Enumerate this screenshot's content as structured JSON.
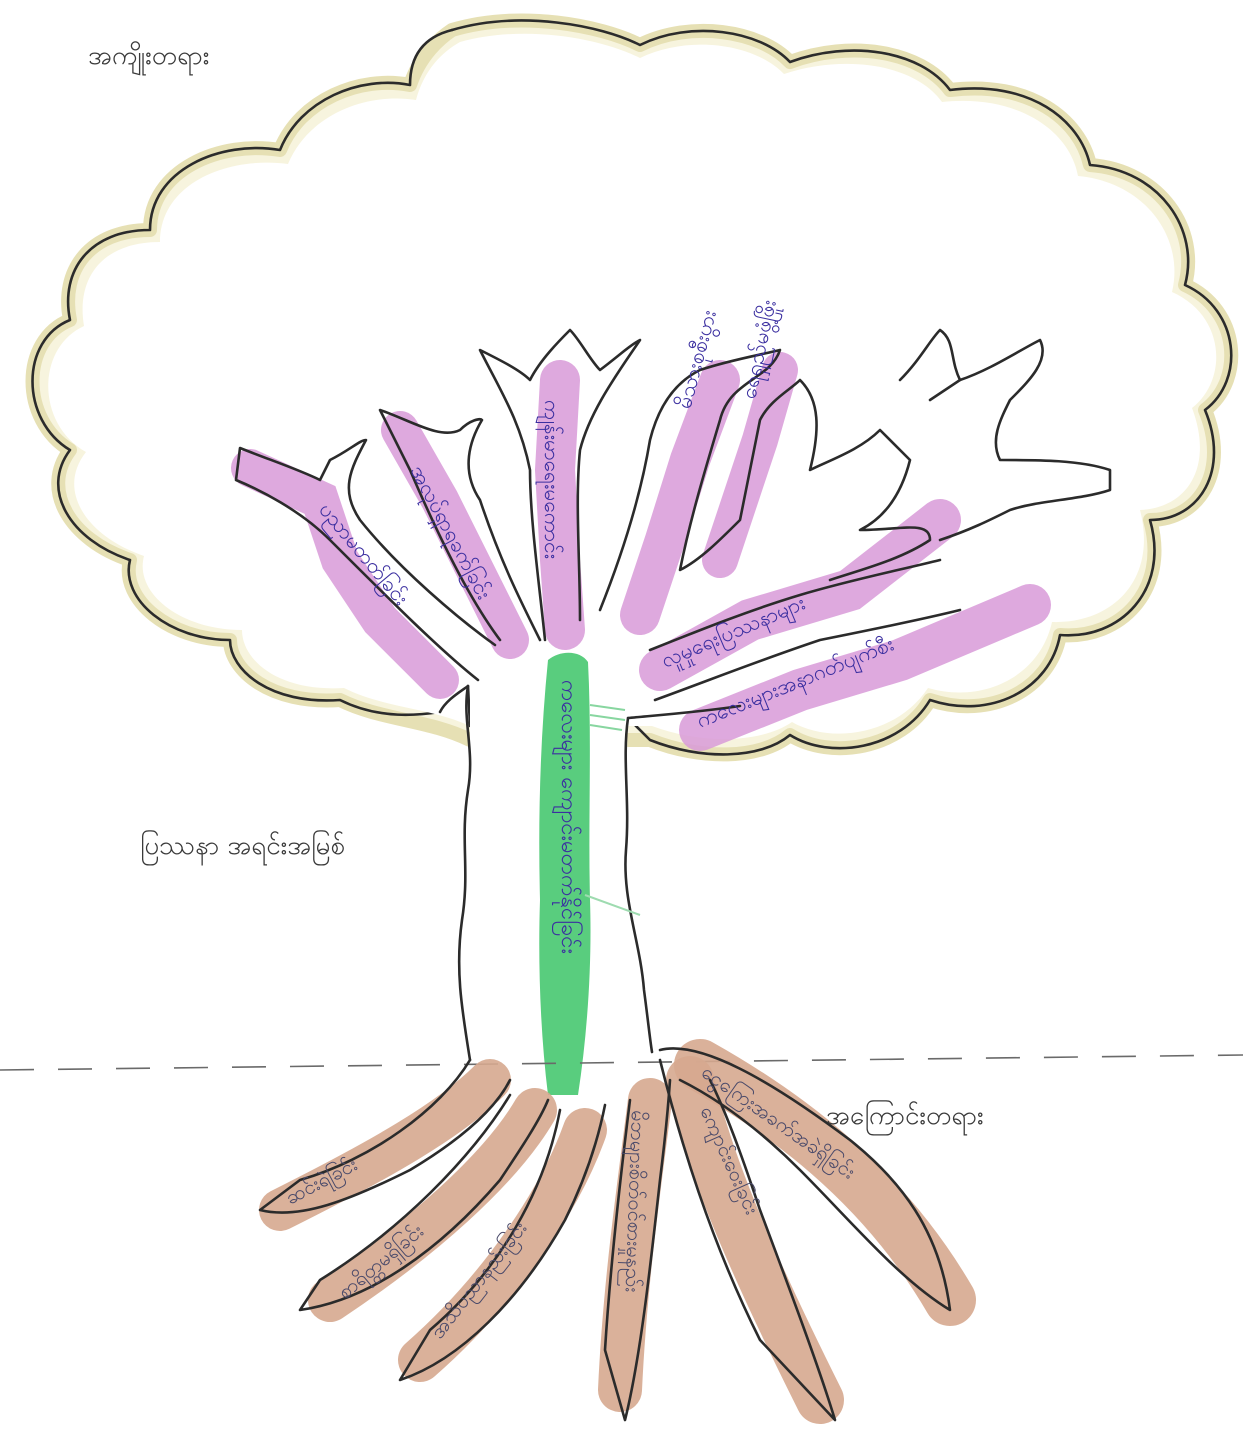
{
  "labels": {
    "effects": "အကျိုးတရား",
    "core_problem": "ပြဿနာ အရင်းအမြစ်",
    "causes": "အကြောင်းတရား"
  },
  "colors": {
    "effects_highlight": "#d89ad8",
    "core_highlight": "#3cc467",
    "causes_highlight": "#d6a88f",
    "crown_edge": "#e6e0b4",
    "outline": "#2b2b2b",
    "handwriting": "#3b2fa0"
  }
}
